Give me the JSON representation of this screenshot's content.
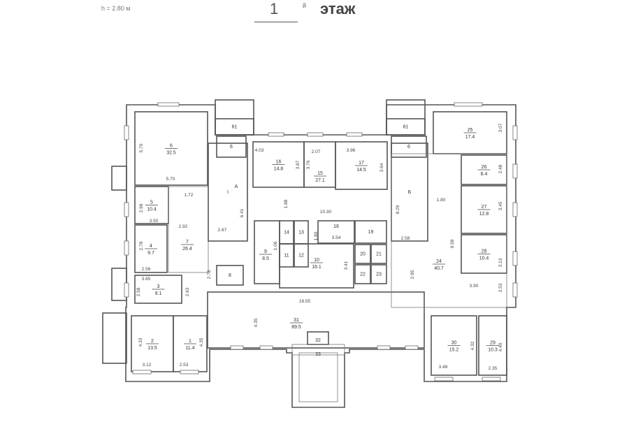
{
  "header": {
    "height_note": "h = 2.80 м",
    "floor_number": "1",
    "floor_suffix": "й",
    "floor_word": "этаж"
  },
  "rooms": {
    "r1": {
      "num": "1",
      "area": "11.4"
    },
    "r2": {
      "num": "2",
      "area": "13.5"
    },
    "r3": {
      "num": "3",
      "area": "9.1"
    },
    "r4": {
      "num": "4",
      "area": "9.7"
    },
    "r5": {
      "num": "5",
      "area": "10.4"
    },
    "r6": {
      "num": "6",
      "area": "32.5"
    },
    "r7": {
      "num": "7",
      "area": "26.4"
    },
    "r8": {
      "num": "8"
    },
    "r9": {
      "num": "9",
      "area": "8.5"
    },
    "r10": {
      "num": "10",
      "area": "16.1"
    },
    "r11": {
      "num": "11"
    },
    "r12": {
      "num": "12"
    },
    "r13": {
      "num": "13"
    },
    "r14": {
      "num": "14"
    },
    "r15": {
      "num": "15",
      "area": "27.1"
    },
    "r16": {
      "num": "16",
      "area": "14.8"
    },
    "r17": {
      "num": "17",
      "area": "14.5"
    },
    "r18": {
      "num": "18"
    },
    "r19": {
      "num": "19"
    },
    "r20": {
      "num": "20"
    },
    "r21": {
      "num": "21"
    },
    "r22": {
      "num": "22"
    },
    "r23": {
      "num": "23"
    },
    "r24": {
      "num": "24",
      "area": "40.7"
    },
    "r25": {
      "num": "25",
      "area": "17.4"
    },
    "r26": {
      "num": "26",
      "area": "8.4"
    },
    "r27": {
      "num": "27",
      "area": "12.8"
    },
    "r28": {
      "num": "28",
      "area": "10.4"
    },
    "r29": {
      "num": "29",
      "area": "10.3"
    },
    "r30": {
      "num": "30",
      "area": "15.2"
    },
    "r31": {
      "num": "31",
      "area": "89.5"
    },
    "r32": {
      "num": "32"
    },
    "r33": {
      "num": "33"
    },
    "stairA": {
      "num": "I",
      "letter": "А"
    },
    "stairB": {
      "letter": "Б"
    },
    "vest_l": {
      "num": "61"
    },
    "vest_r": {
      "num": "61"
    },
    "tamb_l": {
      "num": "6"
    },
    "tamb_r": {
      "num": "6"
    }
  },
  "dimensions": [
    "5.70",
    "5.70",
    "1.72",
    "2.98",
    "3.50",
    "2.92",
    "2.78",
    "2.56",
    "3.65",
    "2.58",
    "2.63",
    "4.33",
    "3.12",
    "4.35",
    "2.53",
    "2.67",
    "6.41",
    "2.78",
    "4.35",
    "18.55",
    "4.03",
    "3.87",
    "2.07",
    "3.76",
    "3.96",
    "3.64",
    "1.88",
    "10.30",
    "1.80",
    "3.54",
    "1.06",
    "3.41",
    "8.29",
    "2.58",
    "2.95",
    "1.80",
    "9.58",
    "3.07",
    "2.48",
    "3.45",
    "3.13",
    "3.90",
    "2.53",
    "4.32",
    "3.48",
    "4.40",
    "2.35"
  ]
}
